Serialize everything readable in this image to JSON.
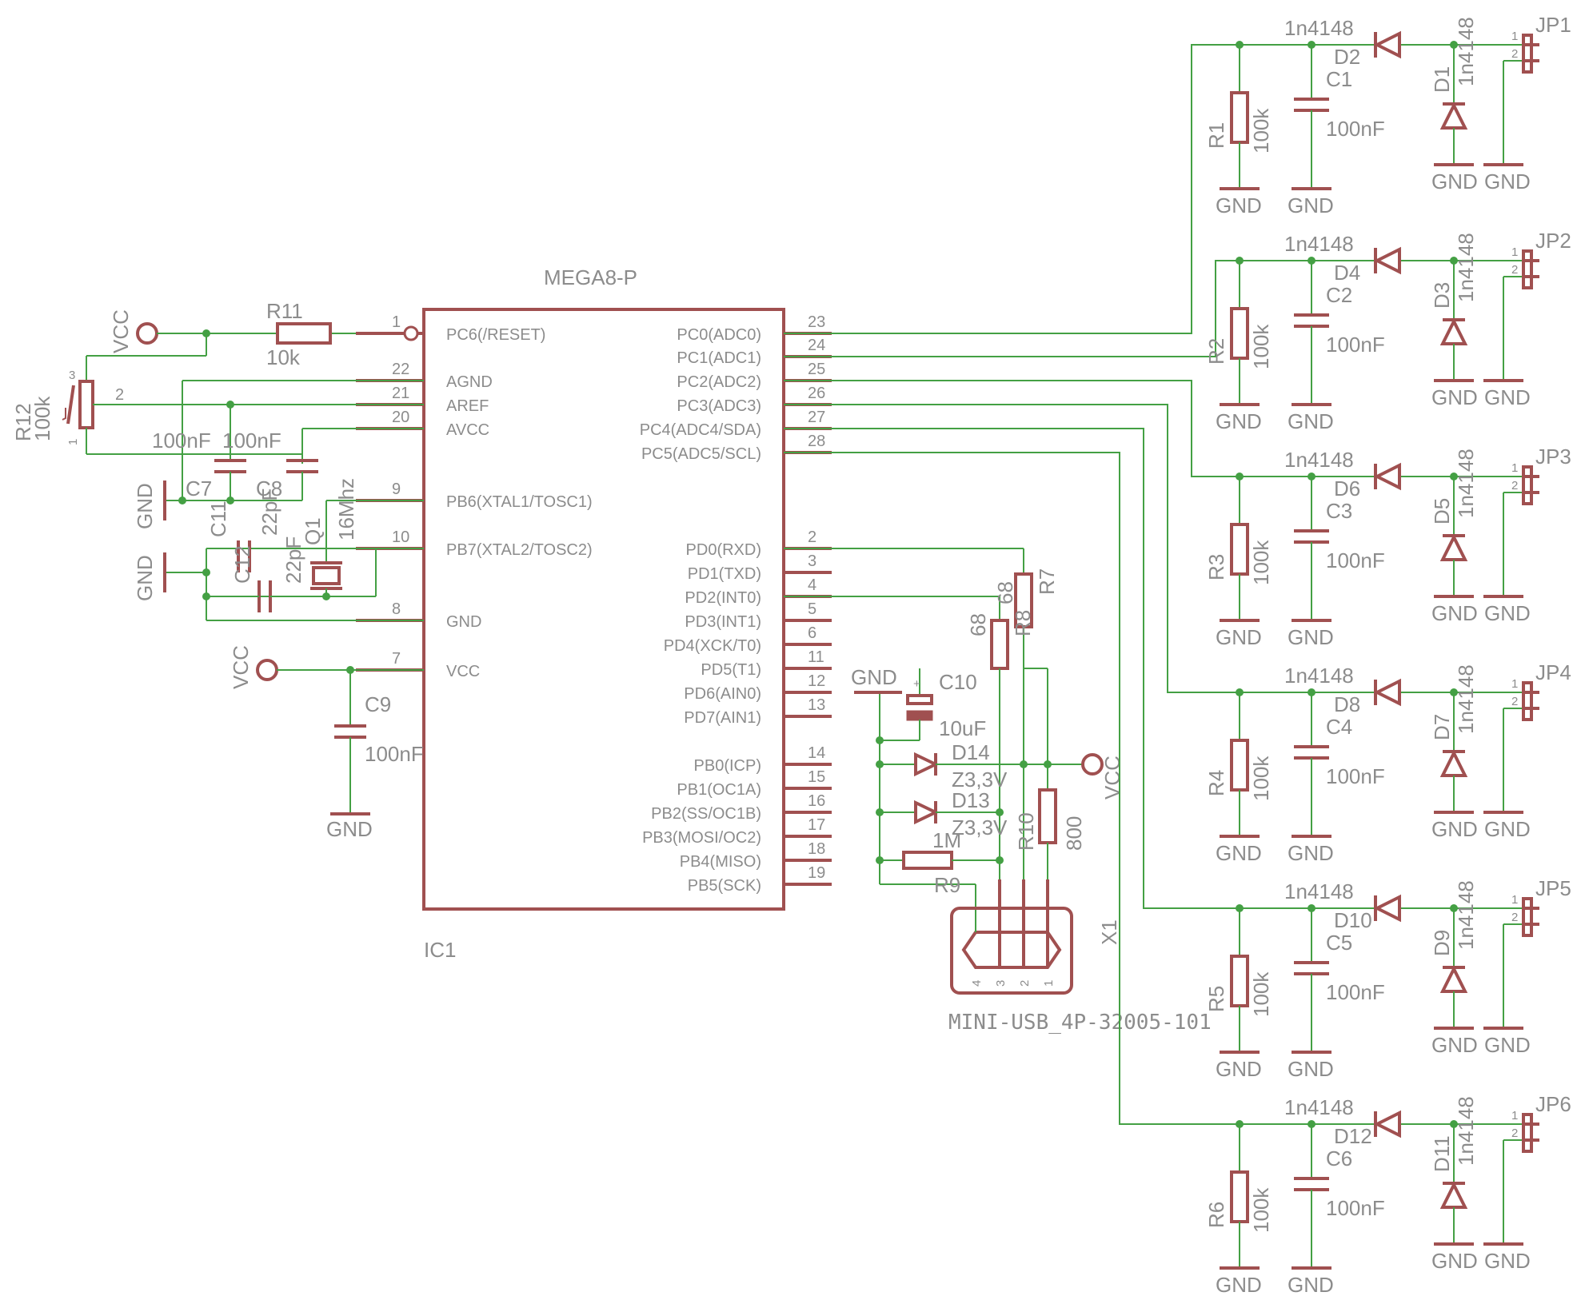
{
  "ic": {
    "name": "IC1",
    "type": "MEGA8-P",
    "left_pins": [
      {
        "num": "1",
        "label": "PC6(/RESET)"
      },
      {
        "num": "22",
        "label": "AGND"
      },
      {
        "num": "21",
        "label": "AREF"
      },
      {
        "num": "20",
        "label": "AVCC"
      },
      {
        "num": "9",
        "label": "PB6(XTAL1/TOSC1)"
      },
      {
        "num": "10",
        "label": "PB7(XTAL2/TOSC2)"
      },
      {
        "num": "8",
        "label": "GND"
      },
      {
        "num": "7",
        "label": "VCC"
      }
    ],
    "right_pins": [
      {
        "num": "23",
        "label": "PC0(ADC0)"
      },
      {
        "num": "24",
        "label": "PC1(ADC1)"
      },
      {
        "num": "25",
        "label": "PC2(ADC2)"
      },
      {
        "num": "26",
        "label": "PC3(ADC3)"
      },
      {
        "num": "27",
        "label": "PC4(ADC4/SDA)"
      },
      {
        "num": "28",
        "label": "PC5(ADC5/SCL)"
      },
      {
        "num": "2",
        "label": "PD0(RXD)"
      },
      {
        "num": "3",
        "label": "PD1(TXD)"
      },
      {
        "num": "4",
        "label": "PD2(INT0)"
      },
      {
        "num": "5",
        "label": "PD3(INT1)"
      },
      {
        "num": "6",
        "label": "PD4(XCK/T0)"
      },
      {
        "num": "11",
        "label": "PD5(T1)"
      },
      {
        "num": "12",
        "label": "PD6(AIN0)"
      },
      {
        "num": "13",
        "label": "PD7(AIN1)"
      },
      {
        "num": "14",
        "label": "PB0(ICP)"
      },
      {
        "num": "15",
        "label": "PB1(OC1A)"
      },
      {
        "num": "16",
        "label": "PB2(SS/OC1B)"
      },
      {
        "num": "17",
        "label": "PB3(MOSI/OC2)"
      },
      {
        "num": "18",
        "label": "PB4(MISO)"
      },
      {
        "num": "19",
        "label": "PB5(SCK)"
      }
    ]
  },
  "parts": {
    "r11": {
      "name": "R11",
      "value": "10k"
    },
    "r12": {
      "name": "R12",
      "value": "100k",
      "pin1": "1",
      "pin2": "2",
      "pin3": "3"
    },
    "c7": {
      "name": "C7",
      "value": "100nF"
    },
    "c8": {
      "name": "C8",
      "value": "100nF"
    },
    "c11": {
      "name": "C11",
      "value": "22pF"
    },
    "c12": {
      "name": "C12",
      "value": "22pF"
    },
    "q1": {
      "name": "Q1",
      "value": "16Mhz"
    },
    "c9": {
      "name": "C9",
      "value": "100nF"
    },
    "c10": {
      "name": "C10",
      "value": "10uF"
    },
    "r7": {
      "name": "R7",
      "value": "68"
    },
    "r8": {
      "name": "R8",
      "value": "68"
    },
    "r9": {
      "name": "R9",
      "value": "1M"
    },
    "r10": {
      "name": "R10",
      "value": "800"
    },
    "d13": {
      "name": "D13",
      "value": "Z3,3V"
    },
    "d14": {
      "name": "D14",
      "value": "Z3,3V"
    },
    "x1": {
      "name": "X1",
      "value": "MINI-USB_4P-32005-101",
      "pins": [
        "4",
        "3",
        "2",
        "1"
      ]
    }
  },
  "power": {
    "vcc": "VCC",
    "gnd": "GND"
  },
  "channels": [
    {
      "jp": "JP1",
      "r": "R1",
      "c": "C1",
      "d_series": "D2",
      "d_shunt": "D1"
    },
    {
      "jp": "JP2",
      "r": "R2",
      "c": "C2",
      "d_series": "D4",
      "d_shunt": "D3"
    },
    {
      "jp": "JP3",
      "r": "R3",
      "c": "C3",
      "d_series": "D6",
      "d_shunt": "D5"
    },
    {
      "jp": "JP4",
      "r": "R4",
      "c": "C4",
      "d_series": "D8",
      "d_shunt": "D7"
    },
    {
      "jp": "JP5",
      "r": "R5",
      "c": "C5",
      "d_series": "D10",
      "d_shunt": "D9"
    },
    {
      "jp": "JP6",
      "r": "R6",
      "c": "C6",
      "d_series": "D12",
      "d_shunt": "D11"
    }
  ],
  "channel_values": {
    "r": "100k",
    "c": "100nF",
    "diode": "1n4148",
    "pin1": "1",
    "pin2": "2"
  },
  "colors": {
    "part": "#a05050",
    "net": "#44a044",
    "text": "#8c8c8c",
    "background": "#ffffff"
  }
}
